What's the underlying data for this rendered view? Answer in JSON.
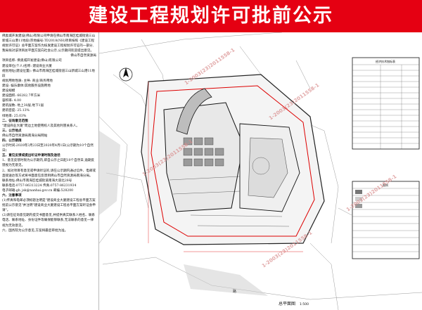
{
  "banner": {
    "title": "建设工程规划许可批前公示",
    "color": "#e50012"
  },
  "notice": {
    "intro": "佛奥城开发建设(佛山)有限公司申请在佛山市南海区桂城街道三山新城三山港11地段(宗地编号:TD2018(NH)项目按照《建设工程规划许可证》总平面方案作为核发建设工程规划许可证的一部分,我局拟对该项目总平面方案向社会公示,公示期间欢迎提出意见。",
    "authority": "佛山市自然资源局",
    "items": [
      "项目名称: 佛奥城开发建设(佛山)有限公司",
      "建设单位(个人)名称: 建设商业大厦",
      "规划地址(建设位置): 佛山市南海区桂城街道三山新城三山港11地段",
      "规划用地性质: 主导: 商业/商务用地",
      "建设: 娱乐康体/其他服务设施用地",
      "建设规模",
      "建设面积: 66282.7平方米",
      "容积率: 4.00",
      "建筑层数: 地上30层,地下1层",
      "建筑密度: 25.13%",
      "绿地率: 25.03%"
    ],
    "sec2_title": "二、征询意见范围",
    "sec2_body": "\"建设商业大厦\"周边土地使用权人及其他利害关系人。",
    "sec3_title": "三、公示地点",
    "sec3_body": "佛山市自然资源局南海分局网站",
    "sec4_title": "四、公示期限",
    "sec4_body": "公示时间:2020年3月23日至2020年4月1日(公示期为10个自然日)",
    "sec5_title": "五、意见反馈或提出听证申请时限及途径",
    "sec5_items": [
      "1、意见反馈时限为公示期内,即自公示之日起10个自然日,逾期反馈视为无意见。",
      "2、如对项目有意见或申请听证的,请在公示期内通过信件、电邮或直接送达等方式将书面意见反馈到佛山市自然资源局南海分局。",
      "联系地址:佛山市南海区桂城街道南海大道北28号",
      "联系电话:0757-86313224 传真:0757-86231934",
      "电子邮箱:gh_jsk@nanhai.gov.cn 邮编:528200"
    ],
    "sec6_title": "六、注意事项",
    "sec6_items": [
      "(1)传真和电邮必须标题注明是\"建设商业大厦建设工程总平面方案批前公示意见\"并注明\"建设商业大厦建设工程总平面方案听证会申请\"。",
      "(2)请在征询意见期内提交书面意见,并提供真实联系人姓名、联系电话、联系地址、身份证件等确保能够联系,无法联系的意见一律视为无效意见。",
      "六、国务院为公示意见,方案将最后审批为准。"
    ]
  },
  "drawing": {
    "plan_title": "总平面图",
    "plan_scale": "1:500",
    "road_label": "路",
    "table1_title": "经济技术指标表",
    "table2_title": "图例",
    "watermark": "1-2003(23)2011558-1"
  }
}
